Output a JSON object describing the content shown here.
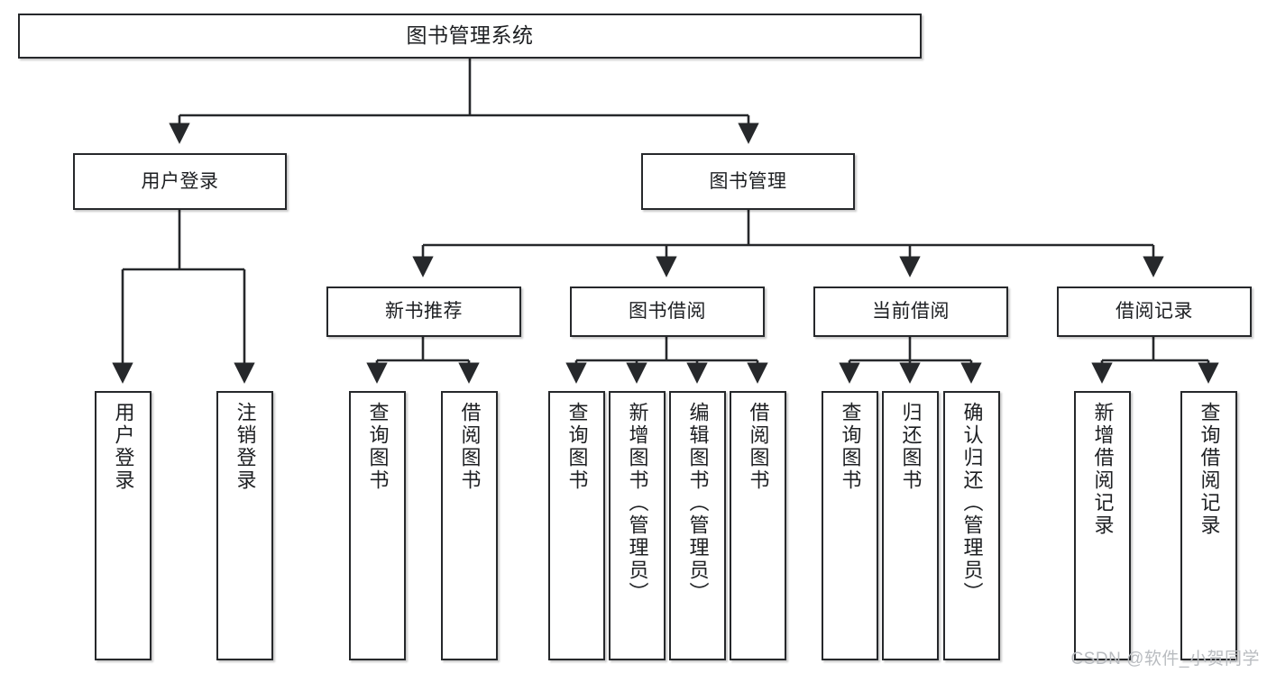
{
  "diagram": {
    "title": "图书管理系统",
    "type": "tree-hierarchy",
    "watermark": "CSDN @软件_小贺同学",
    "theme": {
      "background": "#ffffff",
      "node_fill": "#ffffff",
      "node_stroke": "#26282b",
      "edge_stroke": "#26282b",
      "text_color": "#1d1f22",
      "watermark_color": "#b9bcc0"
    },
    "nodes": {
      "root": {
        "label": "图书管理系统",
        "level": 0,
        "orientation": "horizontal"
      },
      "l2_user_login": {
        "label": "用户登录",
        "level": 1,
        "orientation": "horizontal"
      },
      "l2_book_mgmt": {
        "label": "图书管理",
        "level": 1,
        "orientation": "horizontal"
      },
      "l3_new_book_rec": {
        "label": "新书推荐",
        "level": 2,
        "orientation": "horizontal"
      },
      "l3_book_borrow": {
        "label": "图书借阅",
        "level": 2,
        "orientation": "horizontal"
      },
      "l3_current_borrow": {
        "label": "当前借阅",
        "level": 2,
        "orientation": "horizontal"
      },
      "l3_borrow_record": {
        "label": "借阅记录",
        "level": 2,
        "orientation": "horizontal"
      },
      "leaf_user_login": {
        "label": "用户登录",
        "level": 3,
        "orientation": "vertical"
      },
      "leaf_logout": {
        "label": "注销登录",
        "level": 3,
        "orientation": "vertical"
      },
      "leaf_query_book_1": {
        "label": "查询图书",
        "level": 3,
        "orientation": "vertical"
      },
      "leaf_borrow_book_1": {
        "label": "借阅图书",
        "level": 3,
        "orientation": "vertical"
      },
      "leaf_query_book_2": {
        "label": "查询图书",
        "level": 3,
        "orientation": "vertical"
      },
      "leaf_add_book": {
        "label": "新增图书（管理员）",
        "level": 3,
        "orientation": "vertical"
      },
      "leaf_edit_book": {
        "label": "编辑图书（管理员）",
        "level": 3,
        "orientation": "vertical"
      },
      "leaf_borrow_book_2": {
        "label": "借阅图书",
        "level": 3,
        "orientation": "vertical"
      },
      "leaf_query_book_3": {
        "label": "查询图书",
        "level": 3,
        "orientation": "vertical"
      },
      "leaf_return_book": {
        "label": "归还图书",
        "level": 3,
        "orientation": "vertical"
      },
      "leaf_confirm_return": {
        "label": "确认归还（管理员）",
        "level": 3,
        "orientation": "vertical"
      },
      "leaf_add_record": {
        "label": "新增借阅记录",
        "level": 3,
        "orientation": "vertical"
      },
      "leaf_query_record": {
        "label": "查询借阅记录",
        "level": 3,
        "orientation": "vertical"
      }
    },
    "edges": [
      {
        "from": "root",
        "to": "l2_user_login"
      },
      {
        "from": "root",
        "to": "l2_book_mgmt"
      },
      {
        "from": "l2_user_login",
        "to": "leaf_user_login"
      },
      {
        "from": "l2_user_login",
        "to": "leaf_logout"
      },
      {
        "from": "l2_book_mgmt",
        "to": "l3_new_book_rec"
      },
      {
        "from": "l2_book_mgmt",
        "to": "l3_book_borrow"
      },
      {
        "from": "l2_book_mgmt",
        "to": "l3_current_borrow"
      },
      {
        "from": "l2_book_mgmt",
        "to": "l3_borrow_record"
      },
      {
        "from": "l3_new_book_rec",
        "to": "leaf_query_book_1"
      },
      {
        "from": "l3_new_book_rec",
        "to": "leaf_borrow_book_1"
      },
      {
        "from": "l3_book_borrow",
        "to": "leaf_query_book_2"
      },
      {
        "from": "l3_book_borrow",
        "to": "leaf_add_book"
      },
      {
        "from": "l3_book_borrow",
        "to": "leaf_edit_book"
      },
      {
        "from": "l3_book_borrow",
        "to": "leaf_borrow_book_2"
      },
      {
        "from": "l3_current_borrow",
        "to": "leaf_query_book_3"
      },
      {
        "from": "l3_current_borrow",
        "to": "leaf_return_book"
      },
      {
        "from": "l3_current_borrow",
        "to": "leaf_confirm_return"
      },
      {
        "from": "l3_borrow_record",
        "to": "leaf_add_record"
      },
      {
        "from": "l3_borrow_record",
        "to": "leaf_query_record"
      }
    ]
  }
}
